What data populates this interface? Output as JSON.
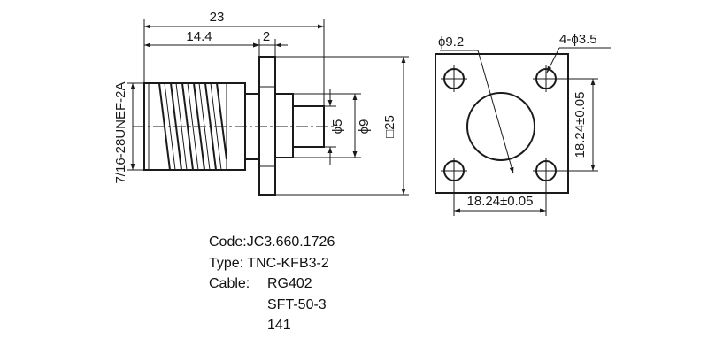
{
  "dimensions": {
    "overall_length": "23",
    "body_length": "14.4",
    "flange_thickness": "2",
    "thread": "7/16-28UNEF-2A",
    "pin_diameter": "ϕ5",
    "insulator_diameter": "ϕ9",
    "flange_square": "□25",
    "center_hole": "ϕ9.2",
    "mount_holes": "4-ϕ3.5",
    "hole_spacing_v": "18.24±0.05",
    "hole_spacing_h": "18.24±0.05"
  },
  "info": {
    "code_label": "Code:",
    "code_value": "JC3.660.1726",
    "type_label": "Type:",
    "type_value": "TNC-KFB3-2",
    "cable_label": "Cable:",
    "cables": [
      "RG402",
      "SFT-50-3",
      "141"
    ]
  }
}
